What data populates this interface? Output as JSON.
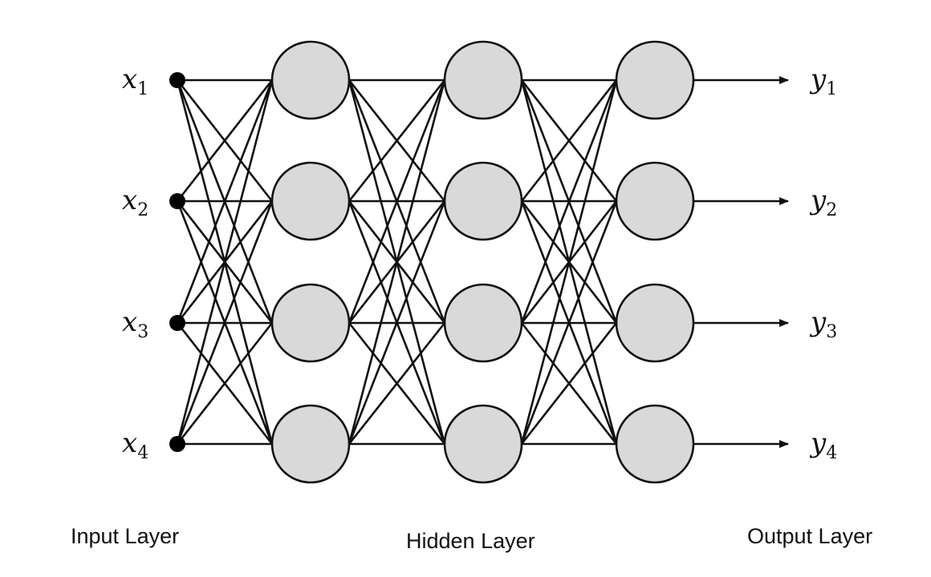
{
  "diagram": {
    "inputs": [
      {
        "base": "x",
        "sub": "1"
      },
      {
        "base": "x",
        "sub": "2"
      },
      {
        "base": "x",
        "sub": "3"
      },
      {
        "base": "x",
        "sub": "4"
      }
    ],
    "outputs": [
      {
        "base": "y",
        "sub": "1"
      },
      {
        "base": "y",
        "sub": "2"
      },
      {
        "base": "y",
        "sub": "3"
      },
      {
        "base": "y",
        "sub": "4"
      }
    ],
    "hidden_layers": 3,
    "neurons_per_layer": 4,
    "colors": {
      "neuron_fill": "#d9d9d9",
      "stroke": "#111111",
      "input_dot": "#000000"
    }
  },
  "labels": {
    "input_layer": "Input Layer",
    "hidden_layer": "Hidden Layer",
    "output_layer": "Output Layer"
  }
}
